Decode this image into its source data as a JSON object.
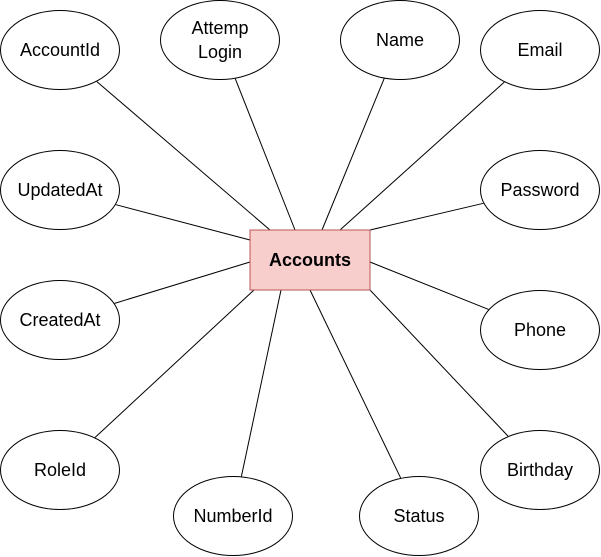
{
  "entity": {
    "name": "Accounts",
    "fill": "#f8cecc",
    "stroke": "#b85450"
  },
  "attributes": [
    {
      "id": "accountid",
      "lines": [
        "AccountId"
      ]
    },
    {
      "id": "attemp-login",
      "lines": [
        "Attemp",
        "Login"
      ]
    },
    {
      "id": "name",
      "lines": [
        "Name"
      ]
    },
    {
      "id": "email",
      "lines": [
        "Email"
      ]
    },
    {
      "id": "updatedat",
      "lines": [
        "UpdatedAt"
      ]
    },
    {
      "id": "password",
      "lines": [
        "Password"
      ]
    },
    {
      "id": "createdat",
      "lines": [
        "CreatedAt"
      ]
    },
    {
      "id": "phone",
      "lines": [
        "Phone"
      ]
    },
    {
      "id": "roleid",
      "lines": [
        "RoleId"
      ]
    },
    {
      "id": "numberid",
      "lines": [
        "NumberId"
      ]
    },
    {
      "id": "status",
      "lines": [
        "Status"
      ]
    },
    {
      "id": "birthday",
      "lines": [
        "Birthday"
      ]
    }
  ]
}
